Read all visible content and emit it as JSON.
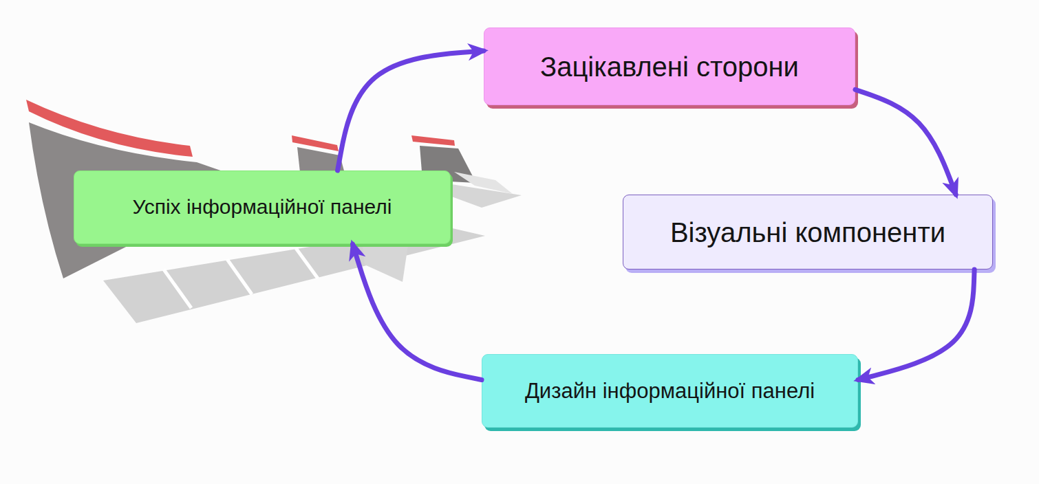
{
  "diagram": {
    "nodes": [
      {
        "text": [
          "Зацікавлені сторони"
        ]
      },
      {
        "text": [
          "Успіх інформаційної панелі"
        ]
      },
      {
        "text": [
          "Візуальні компоненти"
        ]
      },
      {
        "text": [
          "Дизайн інформаційної панелі"
        ]
      }
    ],
    "edges": [
      {
        "from": 0,
        "to": 2,
        "arrow": "to"
      },
      {
        "from": 2,
        "to": 3,
        "arrow": "to"
      },
      {
        "from": 3,
        "to": 1,
        "arrow": "to"
      },
      {
        "from": 1,
        "to": 0,
        "arrow": "to"
      }
    ]
  }
}
